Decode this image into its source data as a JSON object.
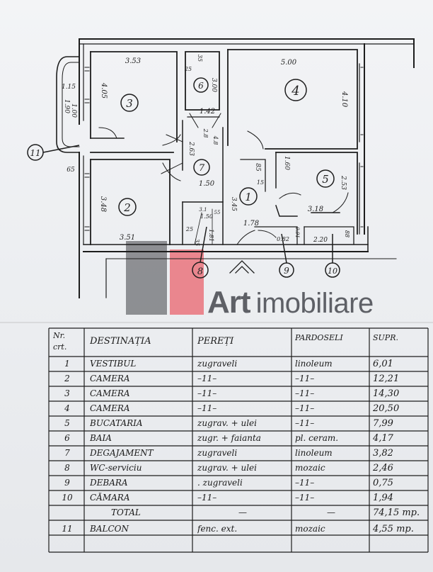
{
  "floorplan": {
    "rooms": [
      {
        "num": "1"
      },
      {
        "num": "2"
      },
      {
        "num": "3"
      },
      {
        "num": "4"
      },
      {
        "num": "5"
      },
      {
        "num": "6"
      },
      {
        "num": "7"
      }
    ],
    "callouts": [
      "8",
      "9",
      "10",
      "11"
    ],
    "dimensions": [
      "3.53",
      "4.05",
      "5.00",
      "4.10",
      "25",
      "35",
      "3.00",
      "1.42",
      "2.8",
      "4.8",
      "2.63",
      "1.50",
      "85",
      "15",
      "3.45",
      "1.60",
      "2.53",
      "3.18",
      "3.48",
      "3.51",
      "1.78",
      "25",
      "35",
      "3.1",
      "1.50",
      "55",
      "1.81",
      "2.20",
      "88",
      "0.82",
      "0.91",
      "1.15",
      "1.90",
      "1.00",
      "65"
    ]
  },
  "watermark": {
    "brand_bold": "Art",
    "brand_regular": "imobiliare"
  },
  "table": {
    "headers": {
      "nr": "Nr.",
      "crt": "crt.",
      "destinatia": "DESTINAȚIA",
      "pereti": "PEREȚI",
      "pardoseli": "PARDOSELI",
      "supr": "SUPR."
    },
    "rows": [
      {
        "nr": "1",
        "dest": "VESTIBUL",
        "pereti": "zugraveli",
        "pard": "linoleum",
        "supr": "6,01"
      },
      {
        "nr": "2",
        "dest": "CAMERA",
        "pereti": "–11–",
        "pard": "–11–",
        "supr": "12,21"
      },
      {
        "nr": "3",
        "dest": "CAMERA",
        "pereti": "–11–",
        "pard": "–11–",
        "supr": "14,30"
      },
      {
        "nr": "4",
        "dest": "CAMERA",
        "pereti": "–11–",
        "pard": "–11–",
        "supr": "20,50"
      },
      {
        "nr": "5",
        "dest": "BUCATARIA",
        "pereti": "zugrav. + ulei",
        "pard": "–11–",
        "supr": "7,99"
      },
      {
        "nr": "6",
        "dest": "BAIA",
        "pereti": "zugr. + faianta",
        "pard": "pl. ceram.",
        "supr": "4,17"
      },
      {
        "nr": "7",
        "dest": "DEGAJAMENT",
        "pereti": "zugraveli",
        "pard": "linoleum",
        "supr": "3,82"
      },
      {
        "nr": "8",
        "dest": "WC-serviciu",
        "pereti": "zugrav. + ulei",
        "pard": "mozaic",
        "supr": "2,46"
      },
      {
        "nr": "9",
        "dest": "DEBARA",
        "pereti": ". zugraveli",
        "pard": "–11–",
        "supr": "0,75"
      },
      {
        "nr": "10",
        "dest": "CĂMARA",
        "pereti": "–11–",
        "pard": "–11–",
        "supr": "1,94"
      }
    ],
    "total": {
      "label": "TOTAL",
      "pereti": "—",
      "pard": "—",
      "supr": "74,15 mp."
    },
    "balcony": {
      "nr": "11",
      "dest": "BALCON",
      "pereti": "fenc. ext.",
      "pard": "mozaic",
      "supr": "4,55 mp."
    }
  }
}
